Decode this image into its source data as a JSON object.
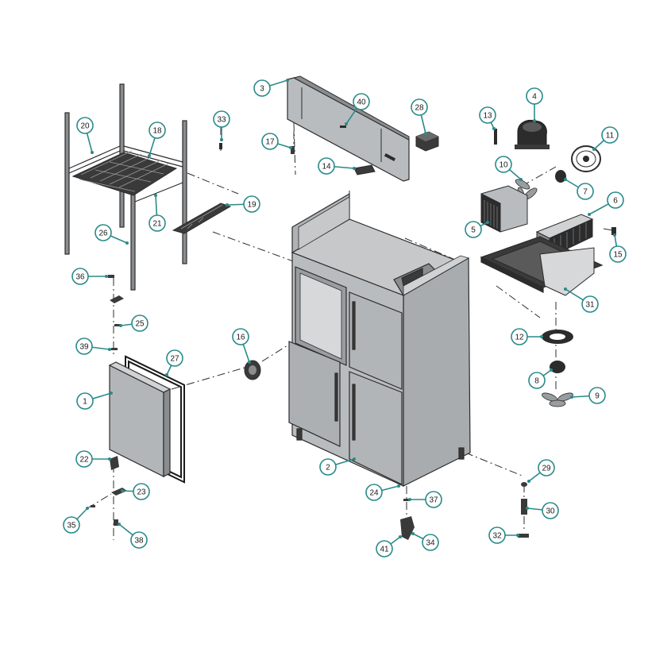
{
  "colors": {
    "callout": "#2a8a8a",
    "metal": "#b9bcbe",
    "metal_dark": "#8a8d90",
    "outline": "#2c2c2c",
    "dark_part": "#3a3a3a",
    "background": "#ffffff"
  },
  "callouts": {
    "c1": "1",
    "c2": "2",
    "c3": "3",
    "c4": "4",
    "c5": "5",
    "c6": "6",
    "c7": "7",
    "c8": "8",
    "c9": "9",
    "c10": "10",
    "c11": "11",
    "c12": "12",
    "c13": "13",
    "c14": "14",
    "c15": "15",
    "c16": "16",
    "c17": "17",
    "c18": "18",
    "c19": "19",
    "c20": "20",
    "c21": "21",
    "c22": "22",
    "c23": "23",
    "c24": "24",
    "c25": "25",
    "c26": "26",
    "c27": "27",
    "c28": "28",
    "c29": "29",
    "c30": "30",
    "c31": "31",
    "c32": "32",
    "c33": "33",
    "c34": "34",
    "c35": "35",
    "c36": "36",
    "c37": "37",
    "c38": "38",
    "c39": "39",
    "c40": "40",
    "c41": "41"
  }
}
